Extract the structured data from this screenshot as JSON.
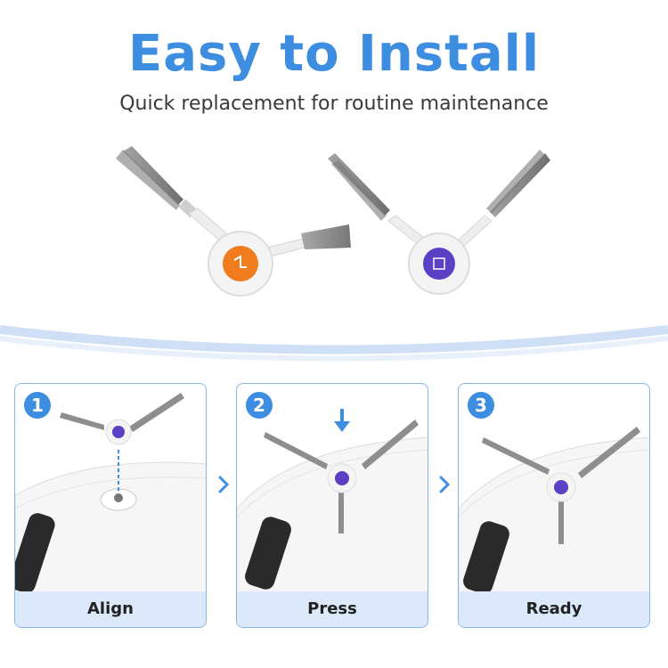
{
  "header": {
    "title": "Easy to Install",
    "subtitle": "Quick replacement for routine maintenance"
  },
  "colors": {
    "accent": "#3d8de0",
    "label_bg": "#dbe9fa",
    "orange_hub": "#f07c1e",
    "purple_hub": "#5b3fc4"
  },
  "steps": [
    {
      "number": "1",
      "label": "Align"
    },
    {
      "number": "2",
      "label": "Press"
    },
    {
      "number": "3",
      "label": "Ready"
    }
  ],
  "icons": {
    "next": "chevron-right-icon",
    "press": "arrow-down-icon"
  }
}
